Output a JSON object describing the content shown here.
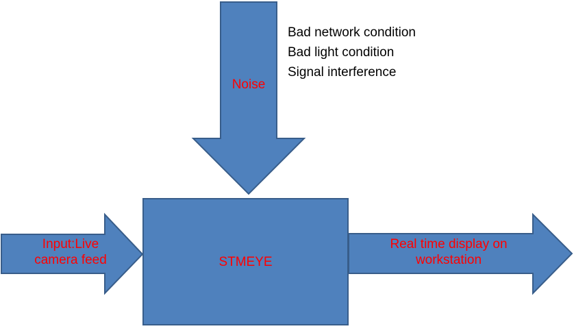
{
  "colors": {
    "fill": "#4f81bd",
    "stroke": "#385d8a",
    "label_text": "#ff0000",
    "note_text": "#000000"
  },
  "noise_arrow": {
    "label": "Noise"
  },
  "noise_sources": [
    "Bad network condition",
    "Bad light condition",
    "Signal interference"
  ],
  "input_arrow": {
    "line1": "Input:Live",
    "line2": "camera feed"
  },
  "system_box": {
    "label": "STMEYE"
  },
  "output_arrow": {
    "line1": "Real time display on",
    "line2": "workstation"
  }
}
